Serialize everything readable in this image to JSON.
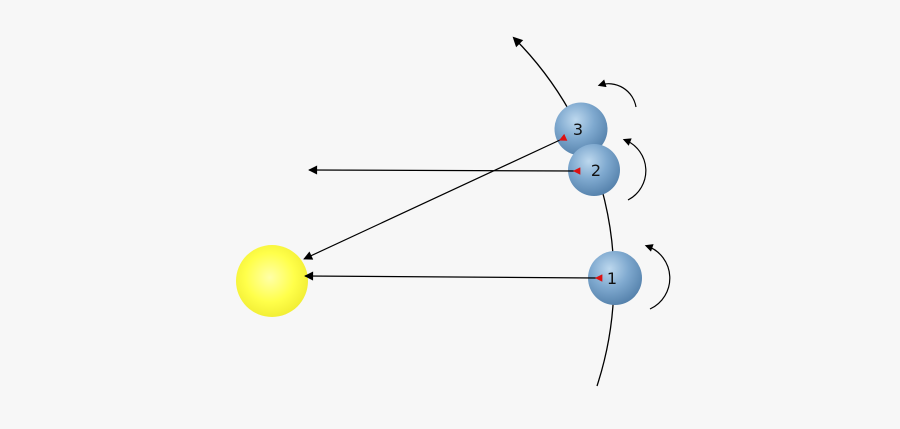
{
  "diagram": {
    "background_color": "#f7f7f7",
    "sun": {
      "colors": {
        "center": "#ffffa8",
        "mid": "#ffff4a",
        "edge": "#eee92f"
      }
    },
    "earth": {
      "colors": {
        "highlight": "#bdd8ee",
        "mid": "#7fa9cf",
        "edge": "#4a77a2"
      },
      "positions": [
        {
          "label": "1"
        },
        {
          "label": "2"
        },
        {
          "label": "3"
        }
      ]
    },
    "arrows": {
      "line_color": "#000000",
      "pointer_color": "#dd1111"
    }
  }
}
